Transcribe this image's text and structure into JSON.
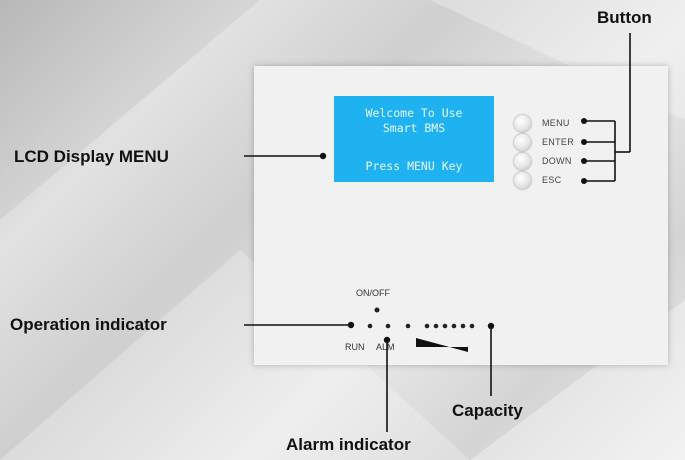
{
  "callouts": {
    "button": "Button",
    "lcd_display_menu": "LCD Display MENU",
    "operation_indicator": "Operation indicator",
    "capacity": "Capacity",
    "alarm_indicator": "Alarm indicator"
  },
  "lcd": {
    "line1": "Welcome To Use",
    "line2": "Smart BMS",
    "line3": "Press MENU Key"
  },
  "buttons": [
    "MENU",
    "ENTER",
    "DOWN",
    "ESC"
  ],
  "indicators": {
    "onoff_label": "ON/OFF",
    "run_label": "RUN",
    "alm_label": "ALM"
  },
  "colors": {
    "lcd_background": "#1fb2f0",
    "panel": "#f1f1f1"
  }
}
